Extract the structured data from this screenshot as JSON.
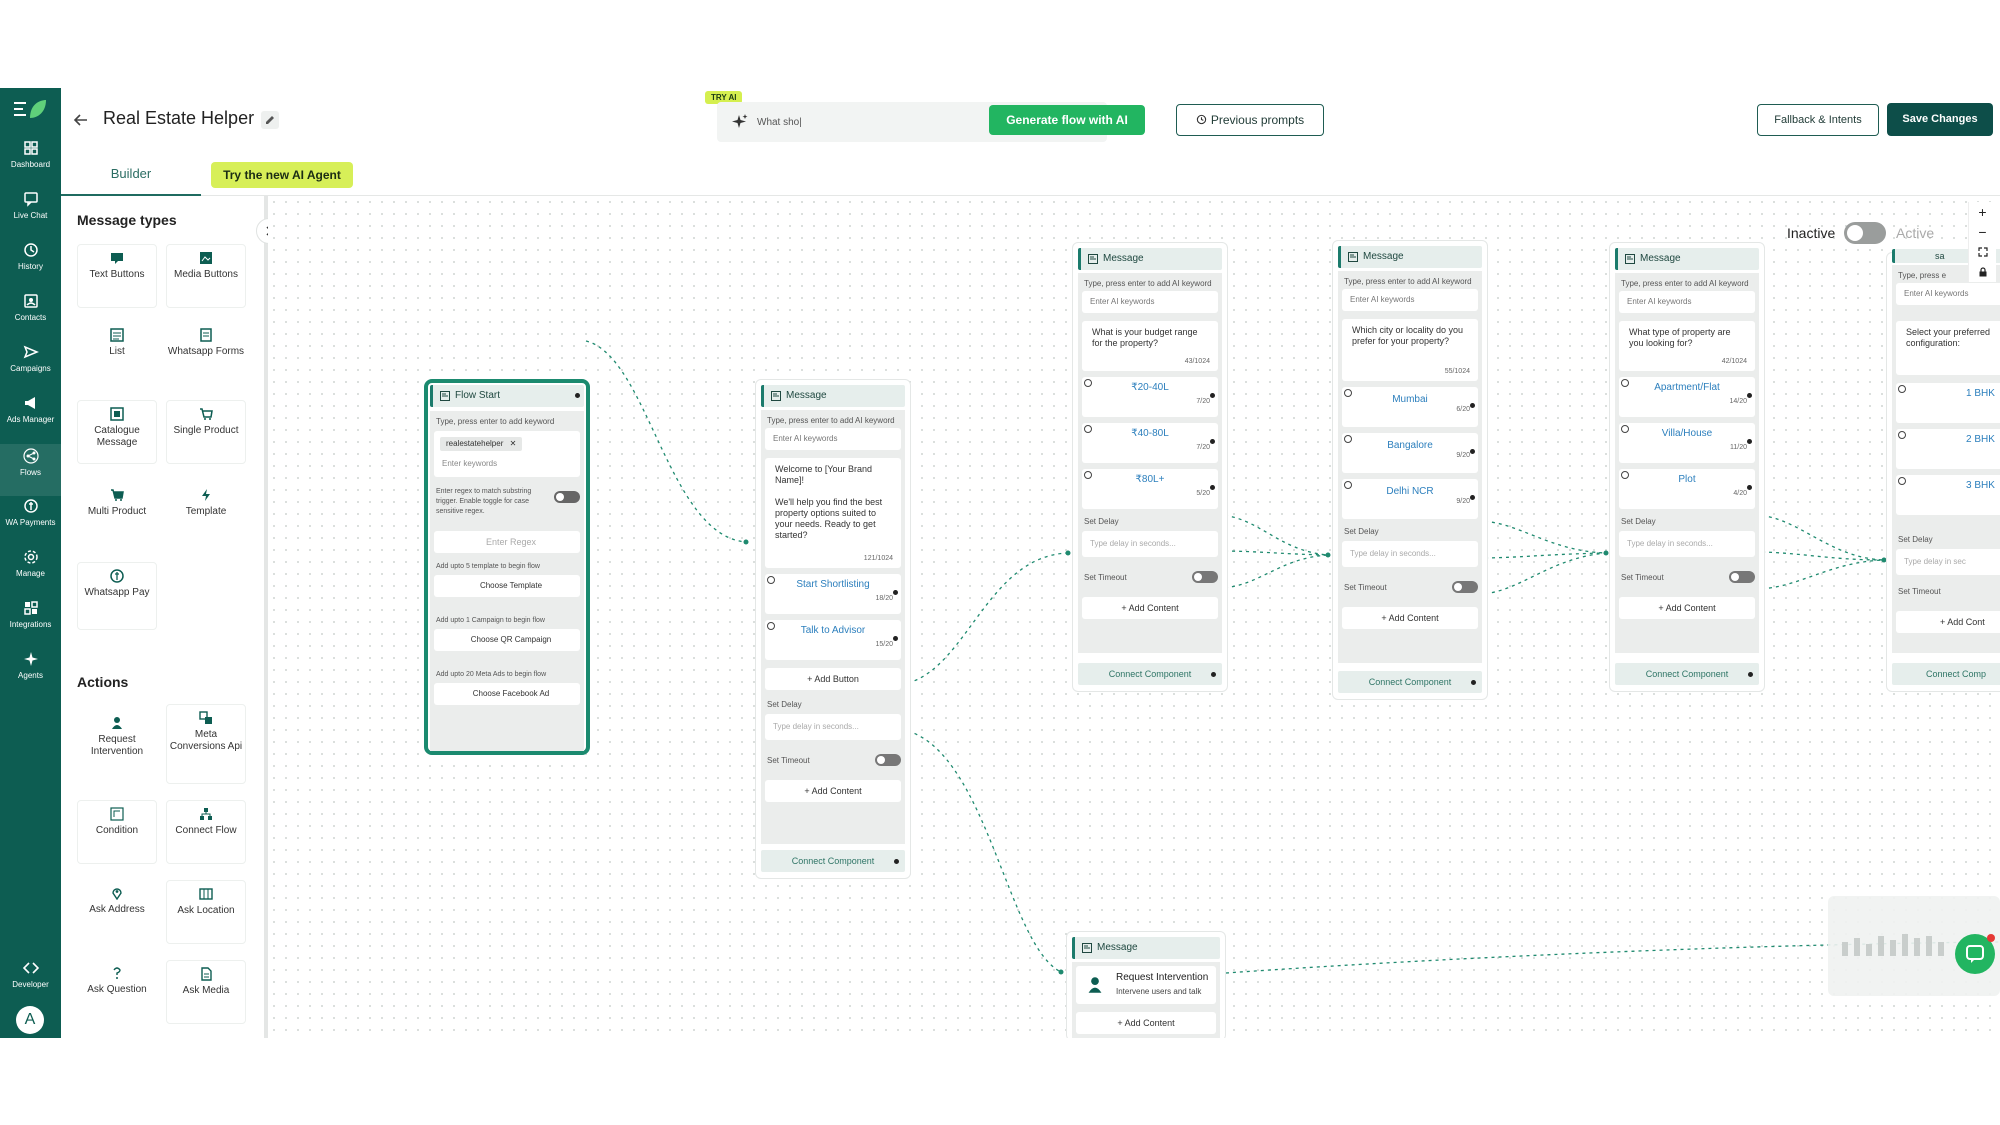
{
  "nav": {
    "items": [
      {
        "label": "Dashboard",
        "icon": "dashboard-icon"
      },
      {
        "label": "Live Chat",
        "icon": "chat-icon"
      },
      {
        "label": "History",
        "icon": "history-icon"
      },
      {
        "label": "Contacts",
        "icon": "contacts-icon"
      },
      {
        "label": "Campaigns",
        "icon": "send-icon"
      },
      {
        "label": "Ads Manager",
        "icon": "megaphone-icon"
      },
      {
        "label": "Flows",
        "icon": "flow-icon"
      },
      {
        "label": "WA Payments",
        "icon": "payment-icon"
      },
      {
        "label": "Manage",
        "icon": "gear-icon"
      },
      {
        "label": "Integrations",
        "icon": "integrations-icon"
      },
      {
        "label": "Agents",
        "icon": "agents-icon"
      }
    ],
    "developer": "Developer",
    "avatar": "A",
    "active_item": "Flows"
  },
  "header": {
    "title": "Real Estate Helper",
    "try_ai": "TRY AI",
    "ai_input_value": "What sho|",
    "generate_label": "Generate flow with AI",
    "previous_label": "Previous prompts",
    "fallback_label": "Fallback & Intents",
    "save_label": "Save Changes"
  },
  "tabs": {
    "builder": "Builder",
    "ai_agent": "Try the new AI Agent"
  },
  "palette": {
    "message_types_title": "Message types",
    "message_types": [
      {
        "label": "Text Buttons",
        "icon": "text-buttons-icon"
      },
      {
        "label": "Media Buttons",
        "icon": "media-buttons-icon"
      },
      {
        "label": "List",
        "icon": "list-icon"
      },
      {
        "label": "Whatsapp Forms",
        "icon": "forms-icon"
      },
      {
        "label": "Catalogue Message",
        "icon": "catalogue-icon"
      },
      {
        "label": "Single Product",
        "icon": "cart-icon"
      },
      {
        "label": "Multi Product",
        "icon": "multi-cart-icon"
      },
      {
        "label": "Template",
        "icon": "bolt-icon"
      },
      {
        "label": "Whatsapp Pay",
        "icon": "whatsapp-pay-icon"
      }
    ],
    "actions_title": "Actions",
    "actions": [
      {
        "label": "Request Intervention",
        "icon": "person-icon"
      },
      {
        "label": "Meta Conversions Api",
        "icon": "meta-api-icon"
      },
      {
        "label": "Condition",
        "icon": "condition-icon"
      },
      {
        "label": "Connect Flow",
        "icon": "hierarchy-icon"
      },
      {
        "label": "Ask Address",
        "icon": "location-pin-icon"
      },
      {
        "label": "Ask Location",
        "icon": "map-icon"
      },
      {
        "label": "Ask Question",
        "icon": "question-icon"
      },
      {
        "label": "Ask Media",
        "icon": "file-icon"
      }
    ]
  },
  "status": {
    "inactive": "Inactive",
    "active": "Active"
  },
  "zoom": {
    "plus": "+",
    "minus": "−"
  },
  "common": {
    "kw_hint": "Type, press enter to add AI keyword",
    "kw_placeholder": "Enter AI keywords",
    "set_delay": "Set Delay",
    "delay_placeholder": "Type delay in seconds...",
    "set_timeout": "Set Timeout",
    "add_content": "+ Add Content",
    "add_button": "+ Add Button",
    "connect": "Connect Component",
    "message": "Message"
  },
  "flow_start": {
    "title": "Flow Start",
    "kw_hint": "Type, press enter to add keyword",
    "chip": "realestatehelper",
    "kw_placeholder": "Enter keywords",
    "regex_note": "Enter regex to match substring trigger. Enable toggle for case sensitive regex.",
    "regex_placeholder": "Enter Regex",
    "template_note": "Add upto 5 template to begin flow",
    "template_btn": "Choose Template",
    "campaign_note": "Add upto 1 Campaign to begin flow",
    "campaign_btn": "Choose QR Campaign",
    "ads_note": "Add upto 20 Meta Ads to begin flow",
    "ads_btn": "Choose Facebook Ad"
  },
  "welcome": {
    "text": "Welcome to [Your Brand Name]!\n\nWe'll help you find the best property options suited to your needs. Ready to get started?",
    "count": "121/1024",
    "buttons": [
      {
        "label": "Start Shortlisting",
        "count": "18/20"
      },
      {
        "label": "Talk to Advisor",
        "count": "15/20"
      }
    ]
  },
  "budget": {
    "text": "What is your budget range for the property?",
    "count": "43/1024",
    "options": [
      {
        "label": "₹20-40L",
        "count": "7/20"
      },
      {
        "label": "₹40-80L",
        "count": "7/20"
      },
      {
        "label": "₹80L+",
        "count": "5/20"
      }
    ]
  },
  "city": {
    "text": "Which city or locality do you prefer for your property?",
    "count": "55/1024",
    "options": [
      {
        "label": "Mumbai",
        "count": "6/20"
      },
      {
        "label": "Bangalore",
        "count": "9/20"
      },
      {
        "label": "Delhi NCR",
        "count": "9/20"
      }
    ]
  },
  "ptype": {
    "text": "What type of property are you looking for?",
    "count": "42/1024",
    "options": [
      {
        "label": "Apartment/Flat",
        "count": "14/20"
      },
      {
        "label": "Villa/House",
        "count": "11/20"
      },
      {
        "label": "Plot",
        "count": "4/20"
      }
    ]
  },
  "config": {
    "text": "Select your preferred configuration:",
    "options": [
      {
        "label": "1 BHK"
      },
      {
        "label": "2 BHK"
      },
      {
        "label": "3 BHK"
      }
    ],
    "add_content": "+ Add Cont",
    "connect": "Connect Comp",
    "delay_placeholder": "Type delay in sec",
    "kw_hint": "Type, press e",
    "kw_placeholder": "Enter AI keywords",
    "head_tail": "sa"
  },
  "intervention": {
    "title": "Request Intervention",
    "subtitle": "Intervene users and talk"
  }
}
